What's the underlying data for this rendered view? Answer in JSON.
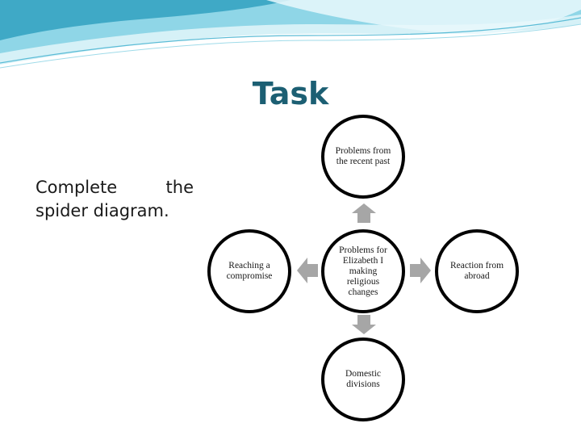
{
  "title": "Task",
  "instruction": "Complete the spider diagram.",
  "diagram": {
    "center": "Problems for Elizabeth I making religious changes",
    "top": "Problems from the recent past",
    "left": "Reaching a compromise",
    "right": "Reaction from abroad",
    "bottom": "Domestic divisions"
  },
  "colors": {
    "title": "#1c5f73",
    "wave_light": "#cfeef5",
    "wave_mid": "#7fd0e3",
    "wave_dark": "#3fa9c6",
    "arrow": "#a6a6a6",
    "node_border": "#000000"
  },
  "icons": {
    "arrows": "block-arrow"
  }
}
